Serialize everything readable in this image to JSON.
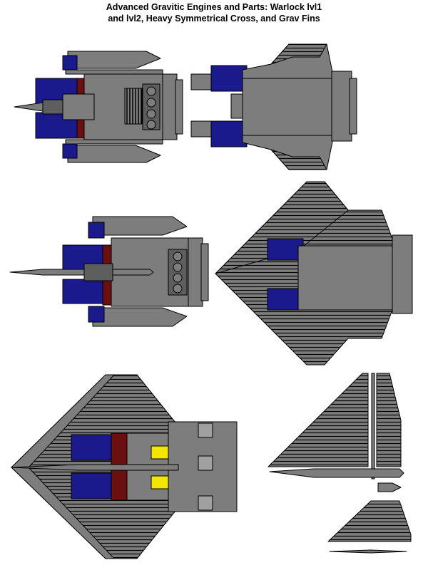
{
  "title": {
    "line1": "Advanced Gravitic Engines and Parts: Warlock lvl1",
    "line2": "and lvl2, Heavy Symmetrical Cross, and Grav Fins"
  },
  "colors": {
    "hull": "#7d7d7d",
    "hull_light": "#a0a0a0",
    "hull_dark": "#5e5e5e",
    "outline": "#000000",
    "engine_blue": "#1a1a8c",
    "engine_blue_light": "#3333b3",
    "maroon": "#6b1010",
    "yellow": "#f2e600",
    "background": "#ffffff"
  },
  "sprites": [
    {
      "id": "warlock-lvl1-side"
    },
    {
      "id": "warlock-lvl1-top"
    },
    {
      "id": "warlock-lvl2-side"
    },
    {
      "id": "warlock-lvl2-top"
    },
    {
      "id": "heavy-symmetrical-cross"
    },
    {
      "id": "grav-fins"
    }
  ]
}
